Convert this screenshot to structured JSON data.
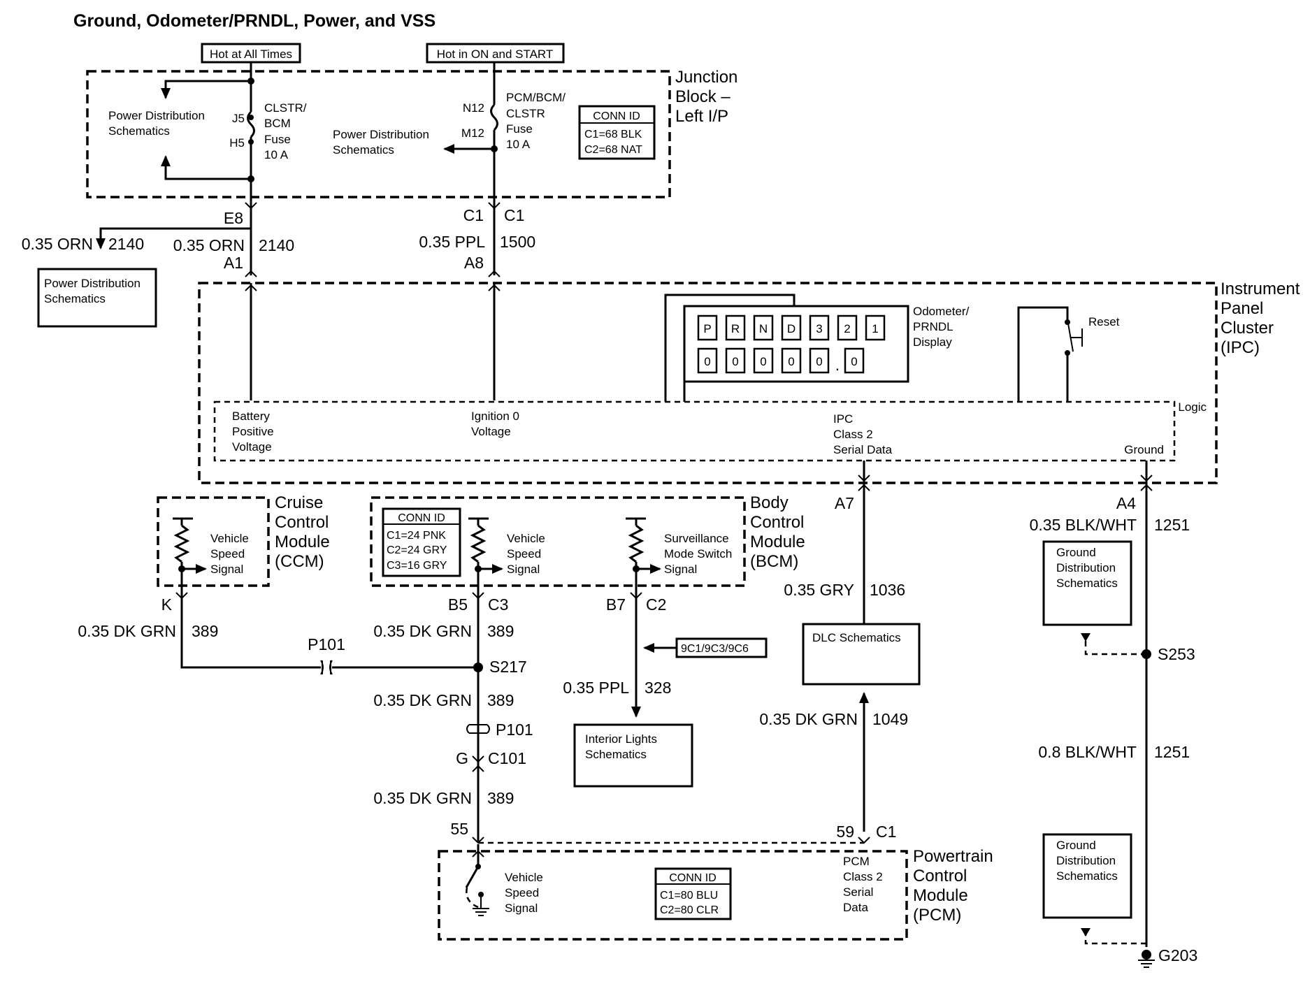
{
  "title": "Ground, Odometer/PRNDL, Power, and VSS",
  "feeds": {
    "hot_all_times": "Hot at All Times",
    "hot_on_start": "Hot in ON and START"
  },
  "junction_block": {
    "label": [
      "Junction",
      "Block –",
      "Left I/P"
    ],
    "power_dist_left": [
      "Power Distribution",
      "Schematics"
    ],
    "power_dist_mid": [
      "Power Distribution",
      "Schematics"
    ],
    "pin_j5": "J5",
    "pin_h5": "H5",
    "pin_n12": "N12",
    "pin_m12": "M12",
    "fuse_left": [
      "CLSTR/",
      "BCM",
      "Fuse",
      "10 A"
    ],
    "fuse_right": [
      "PCM/BCM/",
      "CLSTR",
      "Fuse",
      "10 A"
    ],
    "conn_id_title": "CONN ID",
    "conn_id_lines": [
      "C1=68 BLK",
      "C2=68 NAT"
    ]
  },
  "wires_top": {
    "e8": "E8",
    "a1": "A1",
    "c1_left": "C1",
    "c1_right": "C1",
    "a8": "A8",
    "w1_color": "0.35 ORN",
    "w1_circuit": "2140",
    "w2_color": "0.35 ORN",
    "w2_circuit": "2140",
    "w3_color": "0.35 PPL",
    "w3_circuit": "1500",
    "power_dist_bottom": [
      "Power Distribution",
      "Schematics"
    ]
  },
  "ipc": {
    "label": [
      "Instrument",
      "Panel",
      "Cluster",
      "(IPC)"
    ],
    "display_label": [
      "Odometer/",
      "PRNDL",
      "Display"
    ],
    "prndl": [
      "P",
      "R",
      "N",
      "D",
      "3",
      "2",
      "1"
    ],
    "odometer": [
      "0",
      "0",
      "0",
      "0",
      "0",
      "0"
    ],
    "odometer_point": ".",
    "reset": "Reset",
    "logic": "Logic",
    "battery": [
      "Battery",
      "Positive",
      "Voltage"
    ],
    "ignition": [
      "Ignition 0",
      "Voltage"
    ],
    "serial": [
      "IPC",
      "Class 2",
      "Serial Data"
    ],
    "ground": "Ground"
  },
  "ccm": {
    "label": [
      "Cruise",
      "Control",
      "Module",
      "(CCM)"
    ],
    "signal": [
      "Vehicle",
      "Speed",
      "Signal"
    ],
    "pin": "K",
    "w_color": "0.35 DK GRN",
    "w_circuit": "389",
    "p101": "P101"
  },
  "bcm": {
    "label": [
      "Body",
      "Control",
      "Module",
      "(BCM)"
    ],
    "conn_id_title": "CONN ID",
    "conn_id_lines": [
      "C1=24 PNK",
      "C2=24 GRY",
      "C3=16 GRY"
    ],
    "vss": [
      "Vehicle",
      "Speed",
      "Signal"
    ],
    "surv": [
      "Surveillance",
      "Mode Switch",
      "Signal"
    ],
    "b5": "B5",
    "c3": "C3",
    "b7": "B7",
    "c2": "C2"
  },
  "mid_wires": {
    "w389_a": {
      "color": "0.35 DK GRN",
      "circuit": "389"
    },
    "w389_b": {
      "color": "0.35 DK GRN",
      "circuit": "389"
    },
    "w389_c": {
      "color": "0.35 DK GRN",
      "circuit": "389"
    },
    "s217": "S217",
    "p101": "P101",
    "g": "G",
    "c101": "C101",
    "ref_9c": "9C1/9C3/9C6",
    "w328": {
      "color": "0.35 PPL",
      "circuit": "328"
    },
    "interior": [
      "Interior Lights",
      "Schematics"
    ]
  },
  "serial_wires": {
    "a7": "A7",
    "w1036": {
      "color": "0.35 GRY",
      "circuit": "1036"
    },
    "dlc": "DLC Schematics",
    "w1049": {
      "color": "0.35 DK GRN",
      "circuit": "1049"
    },
    "p59": "59",
    "c1": "C1",
    "p55": "55"
  },
  "ground_wires": {
    "a4": "A4",
    "w1": {
      "color": "0.35 BLK/WHT",
      "circuit": "1251"
    },
    "gnd_dist_top": [
      "Ground",
      "Distribution",
      "Schematics"
    ],
    "s253": "S253",
    "w2": {
      "color": "0.8 BLK/WHT",
      "circuit": "1251"
    },
    "gnd_dist_bottom": [
      "Ground",
      "Distribution",
      "Schematics"
    ],
    "g203": "G203"
  },
  "pcm": {
    "label": [
      "Powertrain",
      "Control",
      "Module",
      "(PCM)"
    ],
    "signal": [
      "Vehicle",
      "Speed",
      "Signal"
    ],
    "conn_id_title": "CONN ID",
    "conn_id_lines": [
      "C1=80 BLU",
      "C2=80 CLR"
    ],
    "serial": [
      "PCM",
      "Class 2",
      "Serial",
      "Data"
    ]
  }
}
